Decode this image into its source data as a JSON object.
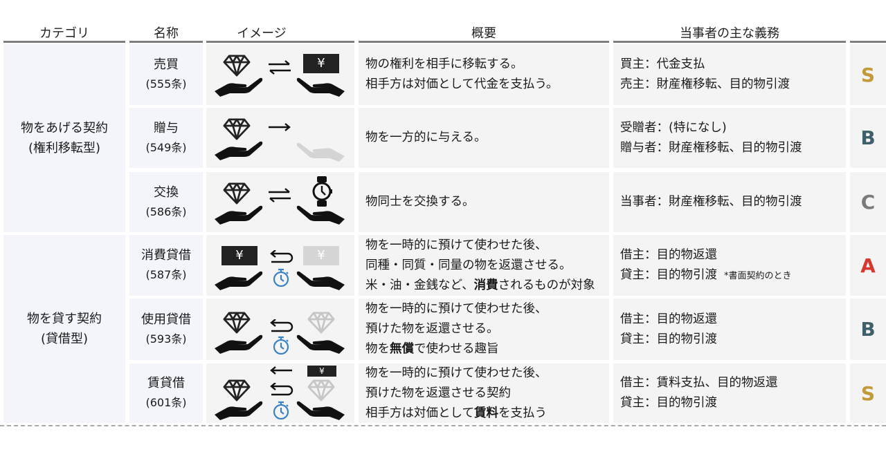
{
  "headers": {
    "category": "カテゴリ",
    "name": "名称",
    "image": "イメージ",
    "summary": "概要",
    "duties": "当事者の主な義務"
  },
  "colors": {
    "rank_S": "#c39a3a",
    "rank_A": "#d63a2f",
    "rank_B": "#3f5f6b",
    "rank_C": "#7a7a7a",
    "timer_blue": "#3b82c4",
    "category_bg": "#f3f5fb",
    "cell_bg": "#f4f4f4"
  },
  "categories": [
    {
      "line1": "物をあげる契約",
      "line2": "(権利移転型)"
    },
    {
      "line1": "物を貸す契約",
      "line2": "(貸借型)"
    }
  ],
  "rows": [
    {
      "name": "売買",
      "article": "(555条)",
      "image": {
        "left": "diamond-on-hand",
        "arrow": "exchange-arrows",
        "right": "yen-bill-on-hand"
      },
      "summary": {
        "l1": "物の権利を相手に移転する。",
        "l2": "相手方は対価として代金を支払う。"
      },
      "duties": {
        "l1": "買主：代金支払",
        "l2": "売主：財産権移転、目的物引渡"
      },
      "rank": "S"
    },
    {
      "name": "贈与",
      "article": "(549条)",
      "image": {
        "left": "diamond-on-hand",
        "arrow": "right-arrow",
        "right": "faded-empty-hand"
      },
      "summary": {
        "l1": "物を一方的に与える。"
      },
      "duties": {
        "l1": "受贈者：(特になし)",
        "l2": "贈与者：財産権移転、目的物引渡"
      },
      "rank": "B"
    },
    {
      "name": "交換",
      "article": "(586条)",
      "image": {
        "left": "diamond-on-hand",
        "arrow": "exchange-arrows",
        "right": "watch-on-hand"
      },
      "summary": {
        "l1": "物同士を交換する。"
      },
      "duties": {
        "l1": "当事者：財産権移転、目的物引渡"
      },
      "rank": "C"
    },
    {
      "name": "消費貸借",
      "article": "(587条)",
      "image": {
        "left": "yen-bill-on-hand",
        "arrow": "return-arrow-with-timer",
        "right": "faded-yen-bill-on-hand"
      },
      "summary": {
        "l1": "物を一時的に預けて使わせた後、",
        "l2": "同種・同質・同量の物を返還させる。",
        "l3_pre": "米・油・金銭など、",
        "l3_bold": "消費",
        "l3_post": "されるものが対象"
      },
      "duties": {
        "l1": "借主：目的物返還",
        "l2": "貸主：目的物引渡",
        "note": "*書面契約のとき"
      },
      "rank": "A"
    },
    {
      "name": "使用貸借",
      "article": "(593条)",
      "image": {
        "left": "diamond-on-hand",
        "arrow": "return-arrow-with-timer",
        "right": "faded-diamond-on-hand"
      },
      "summary": {
        "l1": "物を一時的に預けて使わせた後、",
        "l2": "預けた物を返還させる。",
        "l3_pre": "物を",
        "l3_bold": "無償",
        "l3_post": "で使わせる趣旨"
      },
      "duties": {
        "l1": "借主：目的物返還",
        "l2": "貸主：目的物引渡"
      },
      "rank": "B"
    },
    {
      "name": "賃貸借",
      "article": "(601条)",
      "image": {
        "left": "diamond-on-hand",
        "arrow": "rent-and-return-arrows-with-timer",
        "right": "yen-bill-and-faded-diamond-on-hand"
      },
      "summary": {
        "l1": "物を一時的に預けて使わせた後、",
        "l2": "預けた物を返還させる契約",
        "l3_pre": "相手方は対価として",
        "l3_bold": "賃料",
        "l3_post": "を支払う"
      },
      "duties": {
        "l1": "借主：賃料支払、目的物返還",
        "l2": "貸主：目的物引渡"
      },
      "rank": "S"
    }
  ]
}
